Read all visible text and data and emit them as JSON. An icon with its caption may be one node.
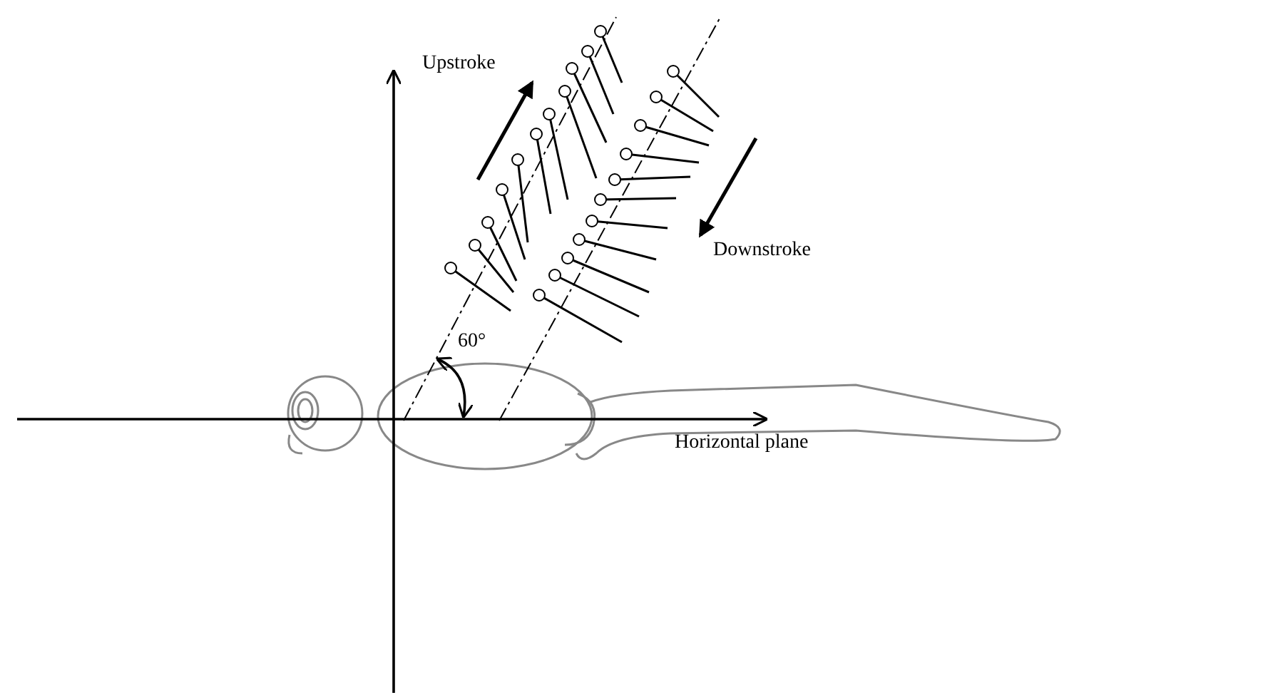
{
  "diagram": {
    "labels": [
      "Upstroke",
      "60°",
      "Downstroke",
      "Horizontal plane"
    ]
  }
}
